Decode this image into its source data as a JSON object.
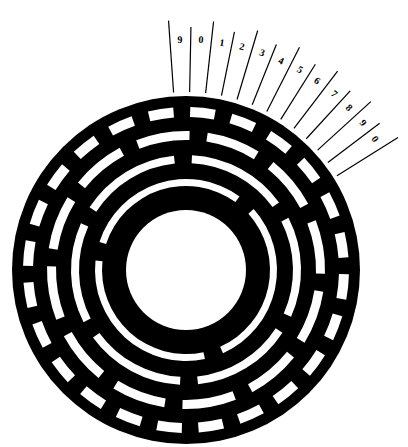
{
  "diagram": {
    "labels": [
      "9",
      "0",
      "1",
      "2",
      "3",
      "4",
      "5",
      "6",
      "7",
      "8",
      "9",
      "0"
    ]
  }
}
